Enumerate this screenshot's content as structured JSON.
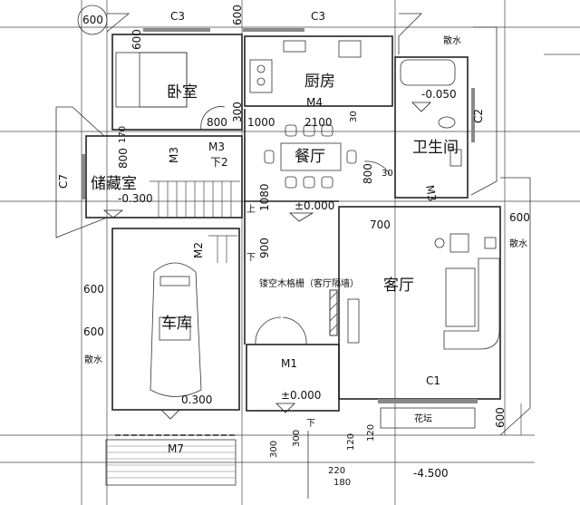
{
  "rooms": {
    "bedroom": "卧室",
    "kitchen": "厨房",
    "dining": "餐厅",
    "bathroom": "卫生间",
    "storage": "储藏室",
    "living": "客厅",
    "garage": "车库",
    "planter": "花坛"
  },
  "windows": {
    "c3_left": "C3",
    "c3_right": "C3",
    "c2": "C2",
    "c7": "C7",
    "c1": "C1"
  },
  "doors": {
    "m4": "M4",
    "m3_stair": "M3",
    "m3_down": "M3",
    "m3_down_note": "下2",
    "m3_bath": "M3",
    "m2": "M2",
    "m1": "M1",
    "m7": "M7"
  },
  "elevations": {
    "bathroom": "-0.050",
    "storage": "-0.300",
    "dining": "±0.000",
    "garage": "0.300",
    "entry": "±0.000",
    "outdoor": "-4.500"
  },
  "notes": {
    "apron_top": "散水",
    "apron_right": "散水",
    "apron_left": "散水",
    "lattice": "镂空木格栅（客厅隔墙）",
    "up": "上",
    "down_stair": "下",
    "down_entry": "下"
  },
  "dimensions": {
    "d600_circle": "600",
    "d600_top": "600",
    "d600_bath": "600",
    "d600_right": "600",
    "d600_left1": "600",
    "d600_left2": "600",
    "d600_planter": "600",
    "d800_bed": "800",
    "d300_bed": "300",
    "d1000": "1000",
    "d2100": "2100",
    "d30_m4": "30",
    "d170": "170",
    "d800_storage": "800",
    "d800_bath": "800",
    "d30_bath": "30",
    "d1080": "1080",
    "d700": "700",
    "d900": "900",
    "d300_a": "300",
    "d300_b": "300",
    "d120_a": "120",
    "d120_b": "120",
    "d220": "220",
    "d180": "180"
  }
}
